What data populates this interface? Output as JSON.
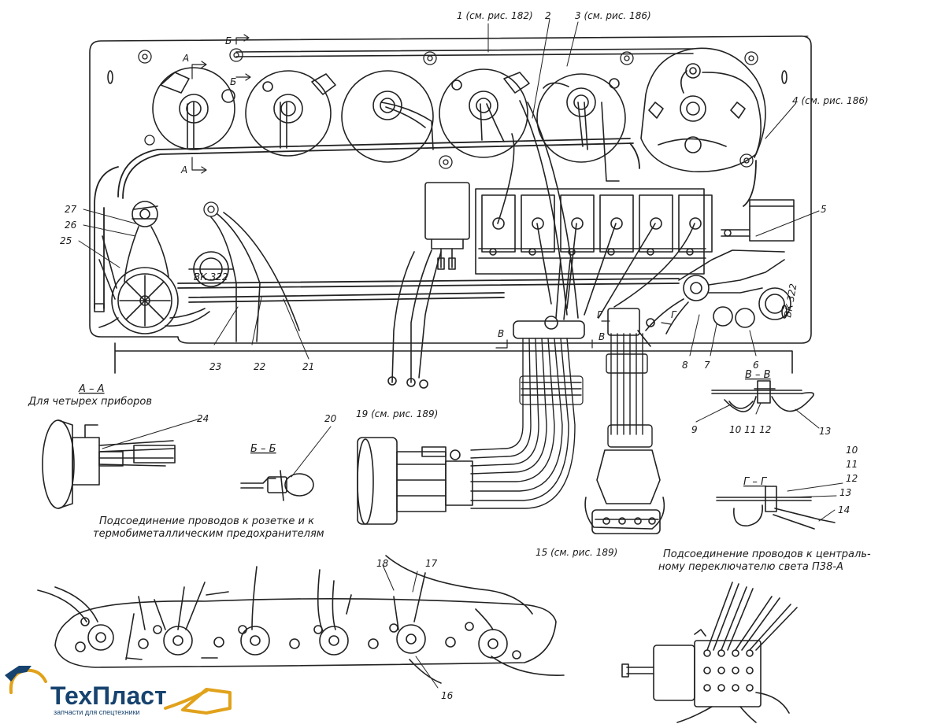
{
  "callouts": {
    "c1": "1 (см. рис. 182)",
    "c2": "2",
    "c3": "3 (см. рис. 186)",
    "c4": "4 (см. рис. 186)",
    "c5": "5",
    "c6": "6",
    "c7": "7",
    "c8": "8",
    "c9": "9",
    "c10": "10",
    "c11": "11",
    "c12": "12",
    "c13": "13",
    "c14": "14",
    "c15": "15 (см. рис. 189)",
    "c16": "16",
    "c17": "17",
    "c18": "18",
    "c19": "19 (см. рис. 189)",
    "c20": "20",
    "c21": "21",
    "c22": "22",
    "c23": "23",
    "c24": "24",
    "c25": "25",
    "c26": "26",
    "c27": "27",
    "sec_c11_c12": "10 11 12",
    "sec_g_10": "10",
    "sec_g_11": "11",
    "sec_g_12": "12",
    "sec_g_13": "13"
  },
  "section_marks": {
    "a_top": "А",
    "a_bottom": "А",
    "b_top": "Б",
    "b_mid": "Б",
    "v_left": "В",
    "v_right": "В",
    "g_left": "Г",
    "g_right": "Г"
  },
  "sections": {
    "aa_title": "А – А",
    "aa_subtitle": "Для четырех приборов",
    "bb_title": "Б – Б",
    "vv_title": "В – В",
    "gg_title": "Г – Г"
  },
  "captions": {
    "socket_line1": "Подсоединение проводов к розетке и к",
    "socket_line2": "термобиметаллическим предохранителям",
    "switch_line1": "Подсоединение проводов к централь-",
    "switch_line2": "ному переключателю света П38-А"
  },
  "part_labels": {
    "vk_left": "ВК 322",
    "vk_right": "ВК 322"
  },
  "brand": {
    "name": "ТехПласт",
    "tagline": "запчасти для спецтехники"
  }
}
